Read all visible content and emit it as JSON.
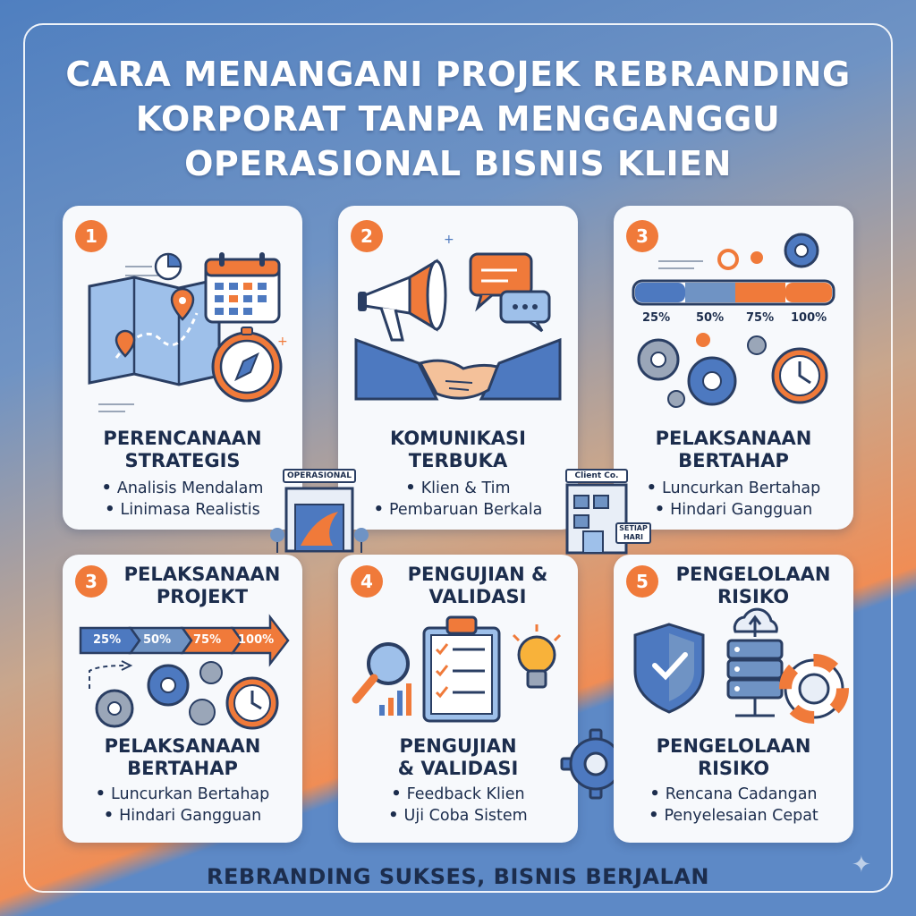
{
  "title": {
    "line1": "CARA MENANGANI PROJEK REBRANDING",
    "line2": "KORPORAT TANPA MENGGANGGU",
    "line3": "OPERASIONAL BISNIS KLIEN"
  },
  "cards": [
    {
      "number": "1",
      "heading_line1": "PERENCANAAN",
      "heading_line2": "STRATEGIS",
      "bullets": [
        "Analisis Mendalam",
        "Linimasa Realistis"
      ],
      "icons": [
        "map-icon",
        "calendar-icon",
        "compass-icon",
        "pie-chart-icon",
        "location-pin-icon"
      ]
    },
    {
      "number": "2",
      "heading_line1": "KOMUNIKASI",
      "heading_line2": "TERBUKA",
      "bullets": [
        "Klien & Tim",
        "Pembaruan Berkala"
      ],
      "icons": [
        "megaphone-icon",
        "chat-bubble-icon",
        "handshake-icon"
      ]
    },
    {
      "number": "3",
      "heading_line1": "PELAKSANAAN",
      "heading_line2": "BERTAHAP",
      "bullets": [
        "Luncurkan Bertahap",
        "Hindari Gangguan"
      ],
      "progress_labels": [
        "25%",
        "50%",
        "75%",
        "100%"
      ],
      "icons": [
        "gear-icon",
        "clock-icon",
        "progress-bar-icon"
      ]
    },
    {
      "number": "3",
      "side_heading_line1": "PELAKSANAAN",
      "side_heading_line2": "PROJEKT",
      "heading_line1": "PELAKSANAAN",
      "heading_line2": "BERTAHAP",
      "bullets": [
        "Luncurkan Bertahap",
        "Hindari Gangguan"
      ],
      "progress_labels": [
        "25%",
        "50%",
        "75%",
        "100%"
      ],
      "icons": [
        "arrow-progress-icon",
        "gear-icon",
        "clock-icon"
      ]
    },
    {
      "number": "4",
      "side_heading_line1": "PENGUJIAN &",
      "side_heading_line2": "VALIDASI",
      "heading_line1": "PENGUJIAN",
      "heading_line2": "& VALIDASI",
      "bullets": [
        "Feedback Klien",
        "Uji Coba Sistem"
      ],
      "icons": [
        "magnifier-icon",
        "checklist-icon",
        "lightbulb-icon",
        "bar-chart-icon"
      ]
    },
    {
      "number": "5",
      "side_heading_line1": "PENGELOLAAN",
      "side_heading_line2": "RISIKO",
      "heading_line1": "PENGELOLAAN",
      "heading_line2": "RISIKO",
      "bullets": [
        "Rencana Cadangan",
        "Penyelesaian Cepat"
      ],
      "icons": [
        "shield-check-icon",
        "server-cloud-icon",
        "lifebuoy-icon"
      ]
    }
  ],
  "buildings": {
    "left_sign": "OPERASIONAL",
    "right_sign": "Client Co.",
    "right_small_sign_line1": "SETIAP",
    "right_small_sign_line2": "HARI"
  },
  "footer": "REBRANDING SUKSES, BISNIS BERJALAN",
  "colors": {
    "accent_orange": "#f07a3a",
    "navy": "#1c2d4d",
    "blue": "#4d79c0",
    "card_bg": "#f7f9fc"
  }
}
